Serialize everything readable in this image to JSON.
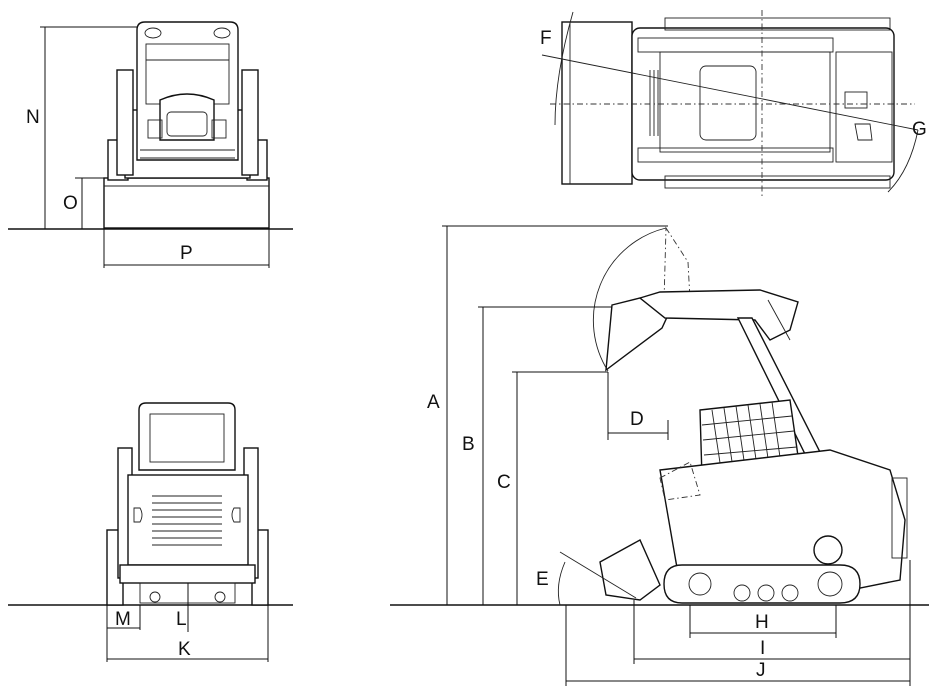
{
  "labels": {
    "A": "A",
    "B": "B",
    "C": "C",
    "D": "D",
    "E": "E",
    "F": "F",
    "G": "G",
    "H": "H",
    "I": "I",
    "J": "J",
    "K": "K",
    "L": "L",
    "M": "M",
    "N": "N",
    "O": "O",
    "P": "P"
  }
}
